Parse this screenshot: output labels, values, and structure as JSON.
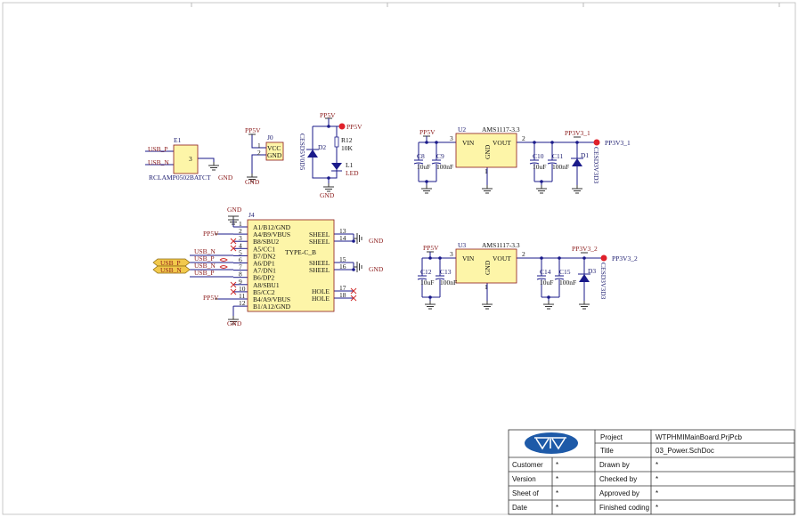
{
  "colors": {
    "wire": "#1a1a8a",
    "net": "#8b1a1a",
    "component_fill": "#fdf5a8",
    "port_dot": "#e0202a",
    "logo": "#1e5aa8"
  },
  "e1": {
    "ref": "E1",
    "part": "RCLAMP0502BATCT",
    "gnd": "GND",
    "pin": "3",
    "net_p": "USB_P",
    "net_n": "USB_N"
  },
  "j0": {
    "ref": "J0",
    "pwr": "PP5V",
    "gnd": "GND",
    "pins": [
      {
        "num": "1",
        "name": "VCC"
      },
      {
        "num": "2",
        "name": "GND"
      }
    ]
  },
  "led": {
    "pwr": "PP5V",
    "port": "PP5V",
    "d_ref": "D2",
    "d_part": "CESD5V0D5",
    "r_ref": "R12",
    "r_val": "10K",
    "l_ref": "L1",
    "l_val": "LED",
    "gnd": "GND"
  },
  "j4": {
    "ref": "J4",
    "part": "TYPE-C_B",
    "gnd": "GND",
    "pwr": "PP5V",
    "left_pins": [
      {
        "num": "1",
        "name": "A1/B12/GND"
      },
      {
        "num": "2",
        "name": "A4/B9/VBUS"
      },
      {
        "num": "3",
        "name": "B8/SBU2"
      },
      {
        "num": "4",
        "name": "A5/CC1"
      },
      {
        "num": "5",
        "name": "B7/DN2"
      },
      {
        "num": "6",
        "name": "A6/DP1"
      },
      {
        "num": "7",
        "name": "A7/DN1"
      },
      {
        "num": "8",
        "name": "B6/DP2"
      },
      {
        "num": "9",
        "name": "A8/SBU1"
      },
      {
        "num": "10",
        "name": "B5/CC2"
      },
      {
        "num": "11",
        "name": "B4/A9/VBUS"
      },
      {
        "num": "12",
        "name": "B1/A12/GND"
      }
    ],
    "right_pins": [
      {
        "num": "13",
        "name": "SHEEL"
      },
      {
        "num": "14",
        "name": "SHEEL"
      },
      {
        "num": "15",
        "name": "SHEEL"
      },
      {
        "num": "16",
        "name": "SHEEL"
      },
      {
        "num": "17",
        "name": "HOLE"
      },
      {
        "num": "18",
        "name": "HOLE"
      }
    ],
    "nets": {
      "pin5": "USB_N",
      "pin6": "USB_P",
      "pin7": "USB_N",
      "pin8": "USB_P",
      "port_p": "USB_P",
      "port_n": "USB_N"
    }
  },
  "reg1": {
    "ref": "U2",
    "part": "AMS1117-3.3",
    "vin": "VIN",
    "vout": "VOUT",
    "gnd_pin": "GND",
    "pin_in": "3",
    "pin_out": "2",
    "pin_gnd": "1",
    "pwr": "PP5V",
    "out_net": "PP3V3_1",
    "port": "PP3V3_1",
    "c1": "C8",
    "c1v": "10uF",
    "c2": "C9",
    "c2v": "100nF",
    "c3": "C10",
    "c3v": "10uF",
    "c4": "C11",
    "c4v": "100nF",
    "d": "D1",
    "dpart": "CESD3V3D3",
    "gnd": "GND"
  },
  "reg2": {
    "ref": "U3",
    "part": "AMS1117-3.3",
    "vin": "VIN",
    "vout": "VOUT",
    "gnd_pin": "GND",
    "pin_in": "3",
    "pin_out": "2",
    "pin_gnd": "1",
    "pwr": "PP5V",
    "out_net": "PP3V3_2",
    "port": "PP3V3_2",
    "c1": "C12",
    "c1v": "10uF",
    "c2": "C13",
    "c2v": "100nF",
    "c3": "C14",
    "c3v": "10uF",
    "c4": "C15",
    "c4v": "100nF",
    "d": "D3",
    "dpart": "CESD3V3D3",
    "gnd": "GND"
  },
  "title_block": {
    "logo": "VTV",
    "project_label": "Project",
    "project": "WTPHMIMainBoard.PrjPcb",
    "title_label": "Title",
    "title": "03_Power.SchDoc",
    "rows": [
      {
        "l1": "Customer",
        "v1": "*",
        "l2": "Drawn by",
        "v2": "*"
      },
      {
        "l1": "Version",
        "v1": "*",
        "l2": "Checked by",
        "v2": "*"
      },
      {
        "l1": "Sheet of",
        "v1": "*",
        "l2": "Approved by",
        "v2": "*"
      },
      {
        "l1": "Date",
        "v1": "*",
        "l2": "Finished coding",
        "v2": "*"
      }
    ]
  }
}
